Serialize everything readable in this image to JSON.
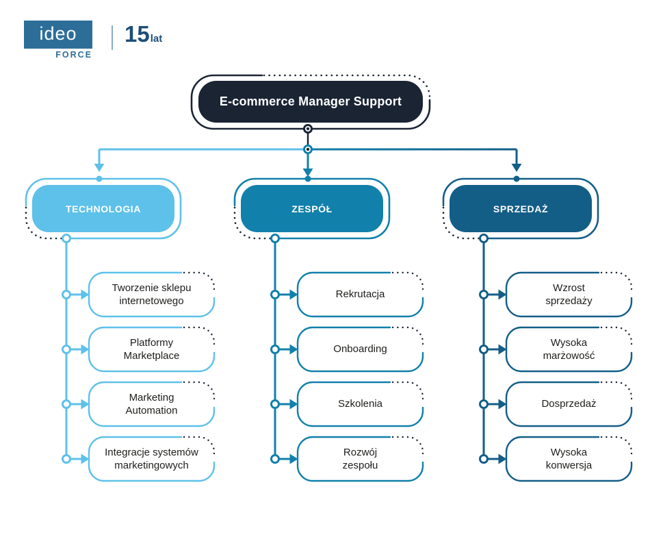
{
  "brand": {
    "logo_text": "ideo",
    "logo_sub": "FORCE",
    "anniversary_number": "15",
    "anniversary_unit": "lat"
  },
  "diagram": {
    "root": {
      "label": "E-commerce Manager Support"
    },
    "columns": [
      {
        "label": "TECHNOLOGIA",
        "accent": "#5ec1e9",
        "items": [
          "Tworzenie sklepu\ninternetowego",
          "Platformy\nMarketplace",
          "Marketing\nAutomation",
          "Integracje systemów\nmarketingowych"
        ]
      },
      {
        "label": "ZESPÓŁ",
        "accent": "#1180ab",
        "items": [
          "Rekrutacja",
          "Onboarding",
          "Szkolenia",
          "Rozwój\nzespołu"
        ]
      },
      {
        "label": "SPRZEDAŻ",
        "accent": "#135e87",
        "items": [
          "Wzrost\nsprzedaży",
          "Wysoka\nmarżowość",
          "Dosprzedaż",
          "Wysoka\nkonwersja"
        ]
      }
    ]
  },
  "colors": {
    "navy": "#1a2433",
    "light_blue": "#5ec1e9",
    "teal": "#1180ab",
    "dark_blue": "#135e87",
    "logo_blue": "#2d6e99",
    "anniversary_blue": "#1d4e78",
    "item_text": "#1d1d1b",
    "background": "#ffffff"
  }
}
